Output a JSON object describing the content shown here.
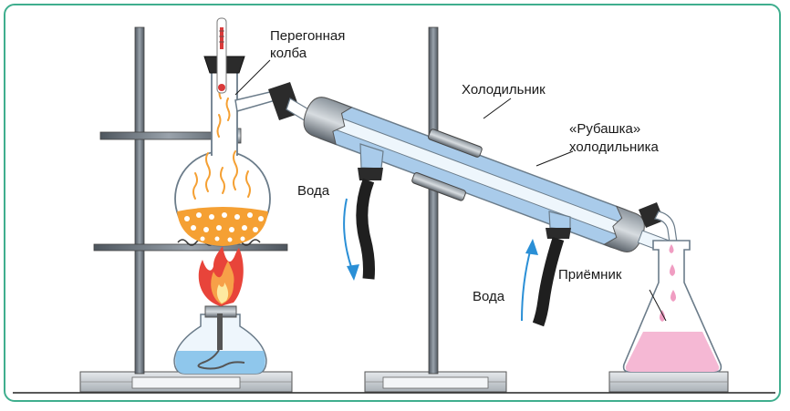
{
  "labels": {
    "flask_line1": "Перегонная",
    "flask_line2": "колба",
    "condenser": "Холодильник",
    "jacket_line1": "«Рубашка»",
    "jacket_line2": "холодильника",
    "water_out": "Вода",
    "water_in": "Вода",
    "receiver": "Приёмник"
  },
  "colors": {
    "frame": "#3fae8e",
    "metal": "#6f7a84",
    "glass_blue": "#a9cbea",
    "liquid_orange": "#f5a033",
    "receiver_liquid": "#f5b8d4",
    "burner_liquid": "#8fc7ec",
    "water_arrow": "#2a8fd6",
    "flame": "#e8443a"
  },
  "icons": {
    "thermometer": "thermometer-icon",
    "flame": "flame-icon"
  }
}
